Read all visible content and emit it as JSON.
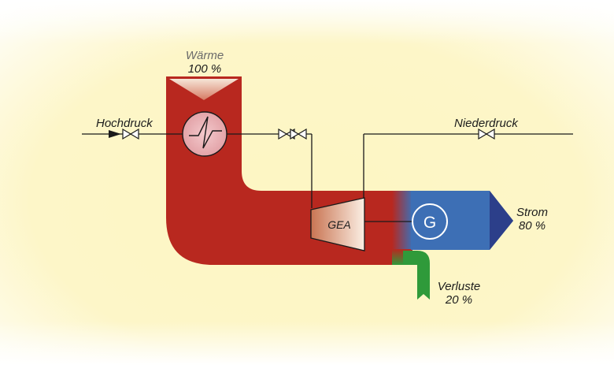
{
  "heat": {
    "label": "Wärme",
    "value": "100 %"
  },
  "high_pressure": {
    "label": "Hochdruck"
  },
  "low_pressure": {
    "label": "Niederdruck"
  },
  "expansion_unit": {
    "label": "GEA"
  },
  "generator": {
    "label": "G"
  },
  "power": {
    "label": "Strom",
    "value": "80 %"
  },
  "losses": {
    "label": "Verluste",
    "value": "20 %"
  },
  "colors": {
    "heat_flow": "#b8281f",
    "power_flow": "#3d6fb5",
    "loss_flow": "#2f9a3a",
    "background": "#fdf7c6"
  }
}
